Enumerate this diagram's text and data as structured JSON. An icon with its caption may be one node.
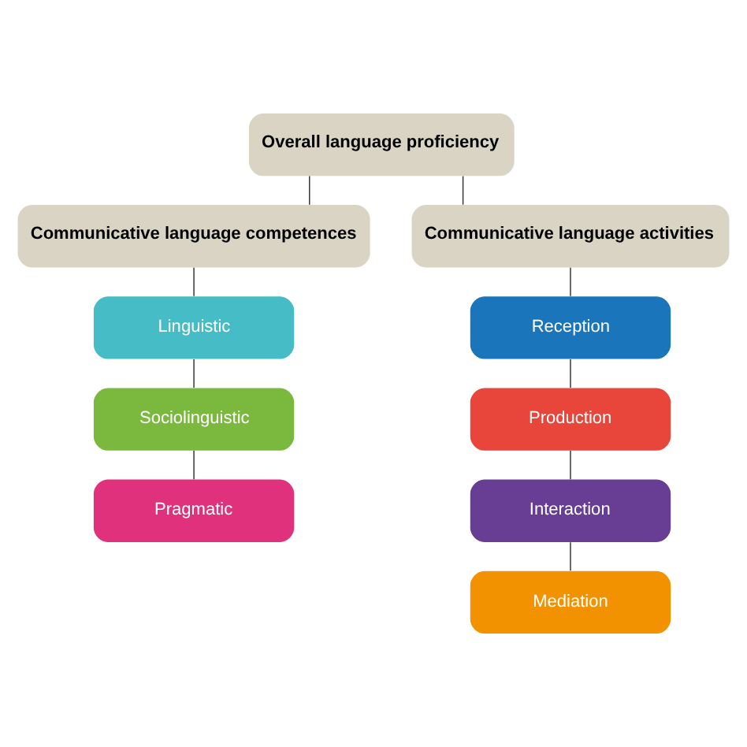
{
  "diagram": {
    "nodes": [
      {
        "text": [
          "Overall language proficiency"
        ]
      },
      {
        "text": [
          "Communicative language competences"
        ]
      },
      {
        "text": [
          "Communicative language activities"
        ]
      },
      {
        "text": [
          "Linguistic"
        ]
      },
      {
        "text": [
          "Sociolinguistic"
        ]
      },
      {
        "text": [
          "Pragmatic"
        ]
      },
      {
        "text": [
          "Reception"
        ]
      },
      {
        "text": [
          "Production"
        ]
      },
      {
        "text": [
          "Interaction"
        ]
      },
      {
        "text": [
          "Mediation"
        ]
      }
    ],
    "edges": [
      {
        "from": 0,
        "to": 1,
        "arrow": "none"
      },
      {
        "from": 0,
        "to": 2,
        "arrow": "none"
      },
      {
        "from": 1,
        "to": 3,
        "arrow": "none"
      },
      {
        "from": 3,
        "to": 4,
        "arrow": "none"
      },
      {
        "from": 4,
        "to": 5,
        "arrow": "none"
      },
      {
        "from": 2,
        "to": 6,
        "arrow": "none"
      },
      {
        "from": 6,
        "to": 7,
        "arrow": "none"
      },
      {
        "from": 7,
        "to": 8,
        "arrow": "none"
      },
      {
        "from": 8,
        "to": 9,
        "arrow": "none"
      }
    ]
  }
}
